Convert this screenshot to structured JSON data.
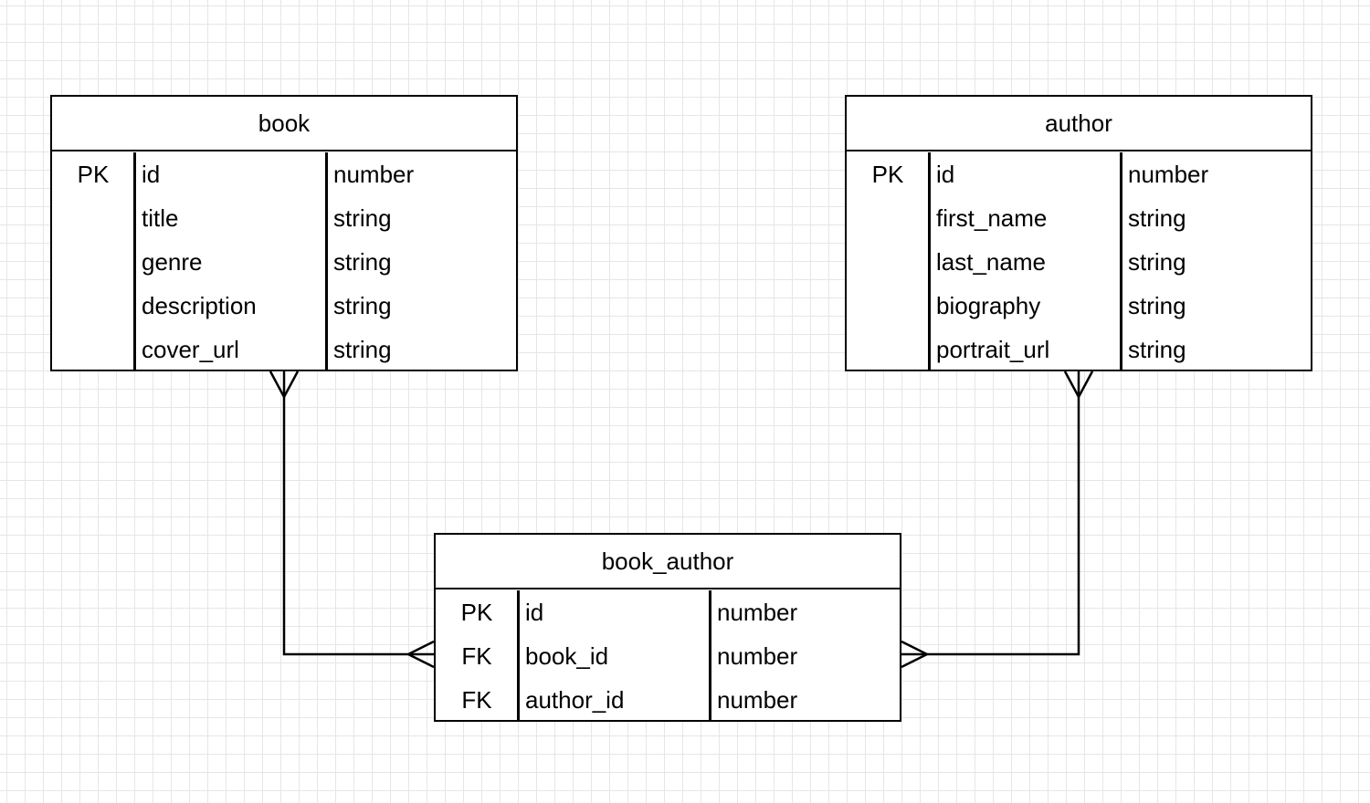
{
  "entities": [
    {
      "id": "book",
      "name": "book",
      "rows": [
        {
          "key": "PK",
          "name": "id",
          "type": "number"
        },
        {
          "key": "",
          "name": "title",
          "type": "string"
        },
        {
          "key": "",
          "name": "genre",
          "type": "string"
        },
        {
          "key": "",
          "name": "description",
          "type": "string"
        },
        {
          "key": "",
          "name": "cover_url",
          "type": "string"
        }
      ]
    },
    {
      "id": "author",
      "name": "author",
      "rows": [
        {
          "key": "PK",
          "name": "id",
          "type": "number"
        },
        {
          "key": "",
          "name": "first_name",
          "type": "string"
        },
        {
          "key": "",
          "name": "last_name",
          "type": "string"
        },
        {
          "key": "",
          "name": "biography",
          "type": "string"
        },
        {
          "key": "",
          "name": "portrait_url",
          "type": "string"
        }
      ]
    },
    {
      "id": "book_author",
      "name": "book_author",
      "rows": [
        {
          "key": "PK",
          "name": "id",
          "type": "number"
        },
        {
          "key": "FK",
          "name": "book_id",
          "type": "number"
        },
        {
          "key": "FK",
          "name": "author_id",
          "type": "number"
        }
      ]
    }
  ],
  "relationships": [
    {
      "from": "book",
      "to": "book_author",
      "from_cardinality": "many",
      "to_cardinality": "many"
    },
    {
      "from": "author",
      "to": "book_author",
      "from_cardinality": "many",
      "to_cardinality": "many"
    }
  ],
  "colors": {
    "line": "#000000",
    "grid": "#e6e6e6",
    "background": "#ffffff"
  }
}
